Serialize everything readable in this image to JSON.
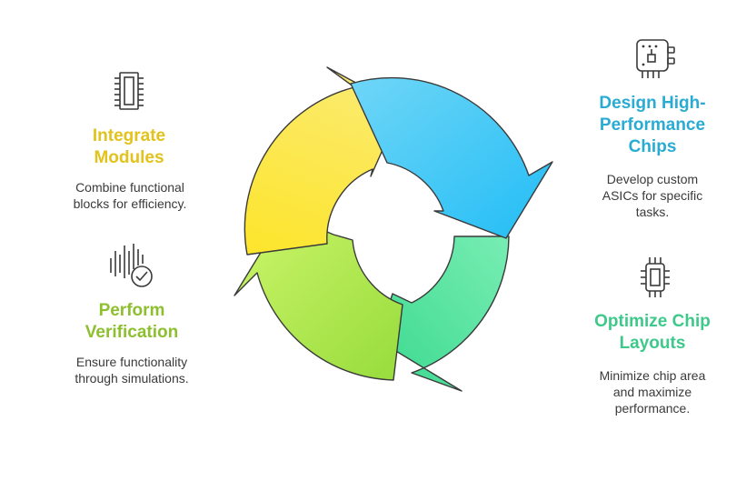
{
  "colors": {
    "yellow": "#f5cf1e",
    "blue": "#29abd4",
    "green": "#3ec98a",
    "lime": "#8dbf2e",
    "outline": "#3a3a3a"
  },
  "steps": [
    {
      "title": "Integrate\nModules",
      "description": "Combine functional\nblocks for efficiency.",
      "icon": "chip-icon",
      "color": "#e3c21c"
    },
    {
      "title": "Design High-\nPerformance\nChips",
      "description": "Develop custom\nASICs for specific\ntasks.",
      "icon": "circuit-board-icon",
      "color": "#29abd4"
    },
    {
      "title": "Optimize Chip\nLayouts",
      "description": "Minimize chip area\nand maximize\nperformance.",
      "icon": "processor-icon",
      "color": "#3ec98a"
    },
    {
      "title": "Perform\nVerification",
      "description": "Ensure functionality\nthrough simulations.",
      "icon": "verified-signal-icon",
      "color": "#8dbf2e"
    }
  ]
}
